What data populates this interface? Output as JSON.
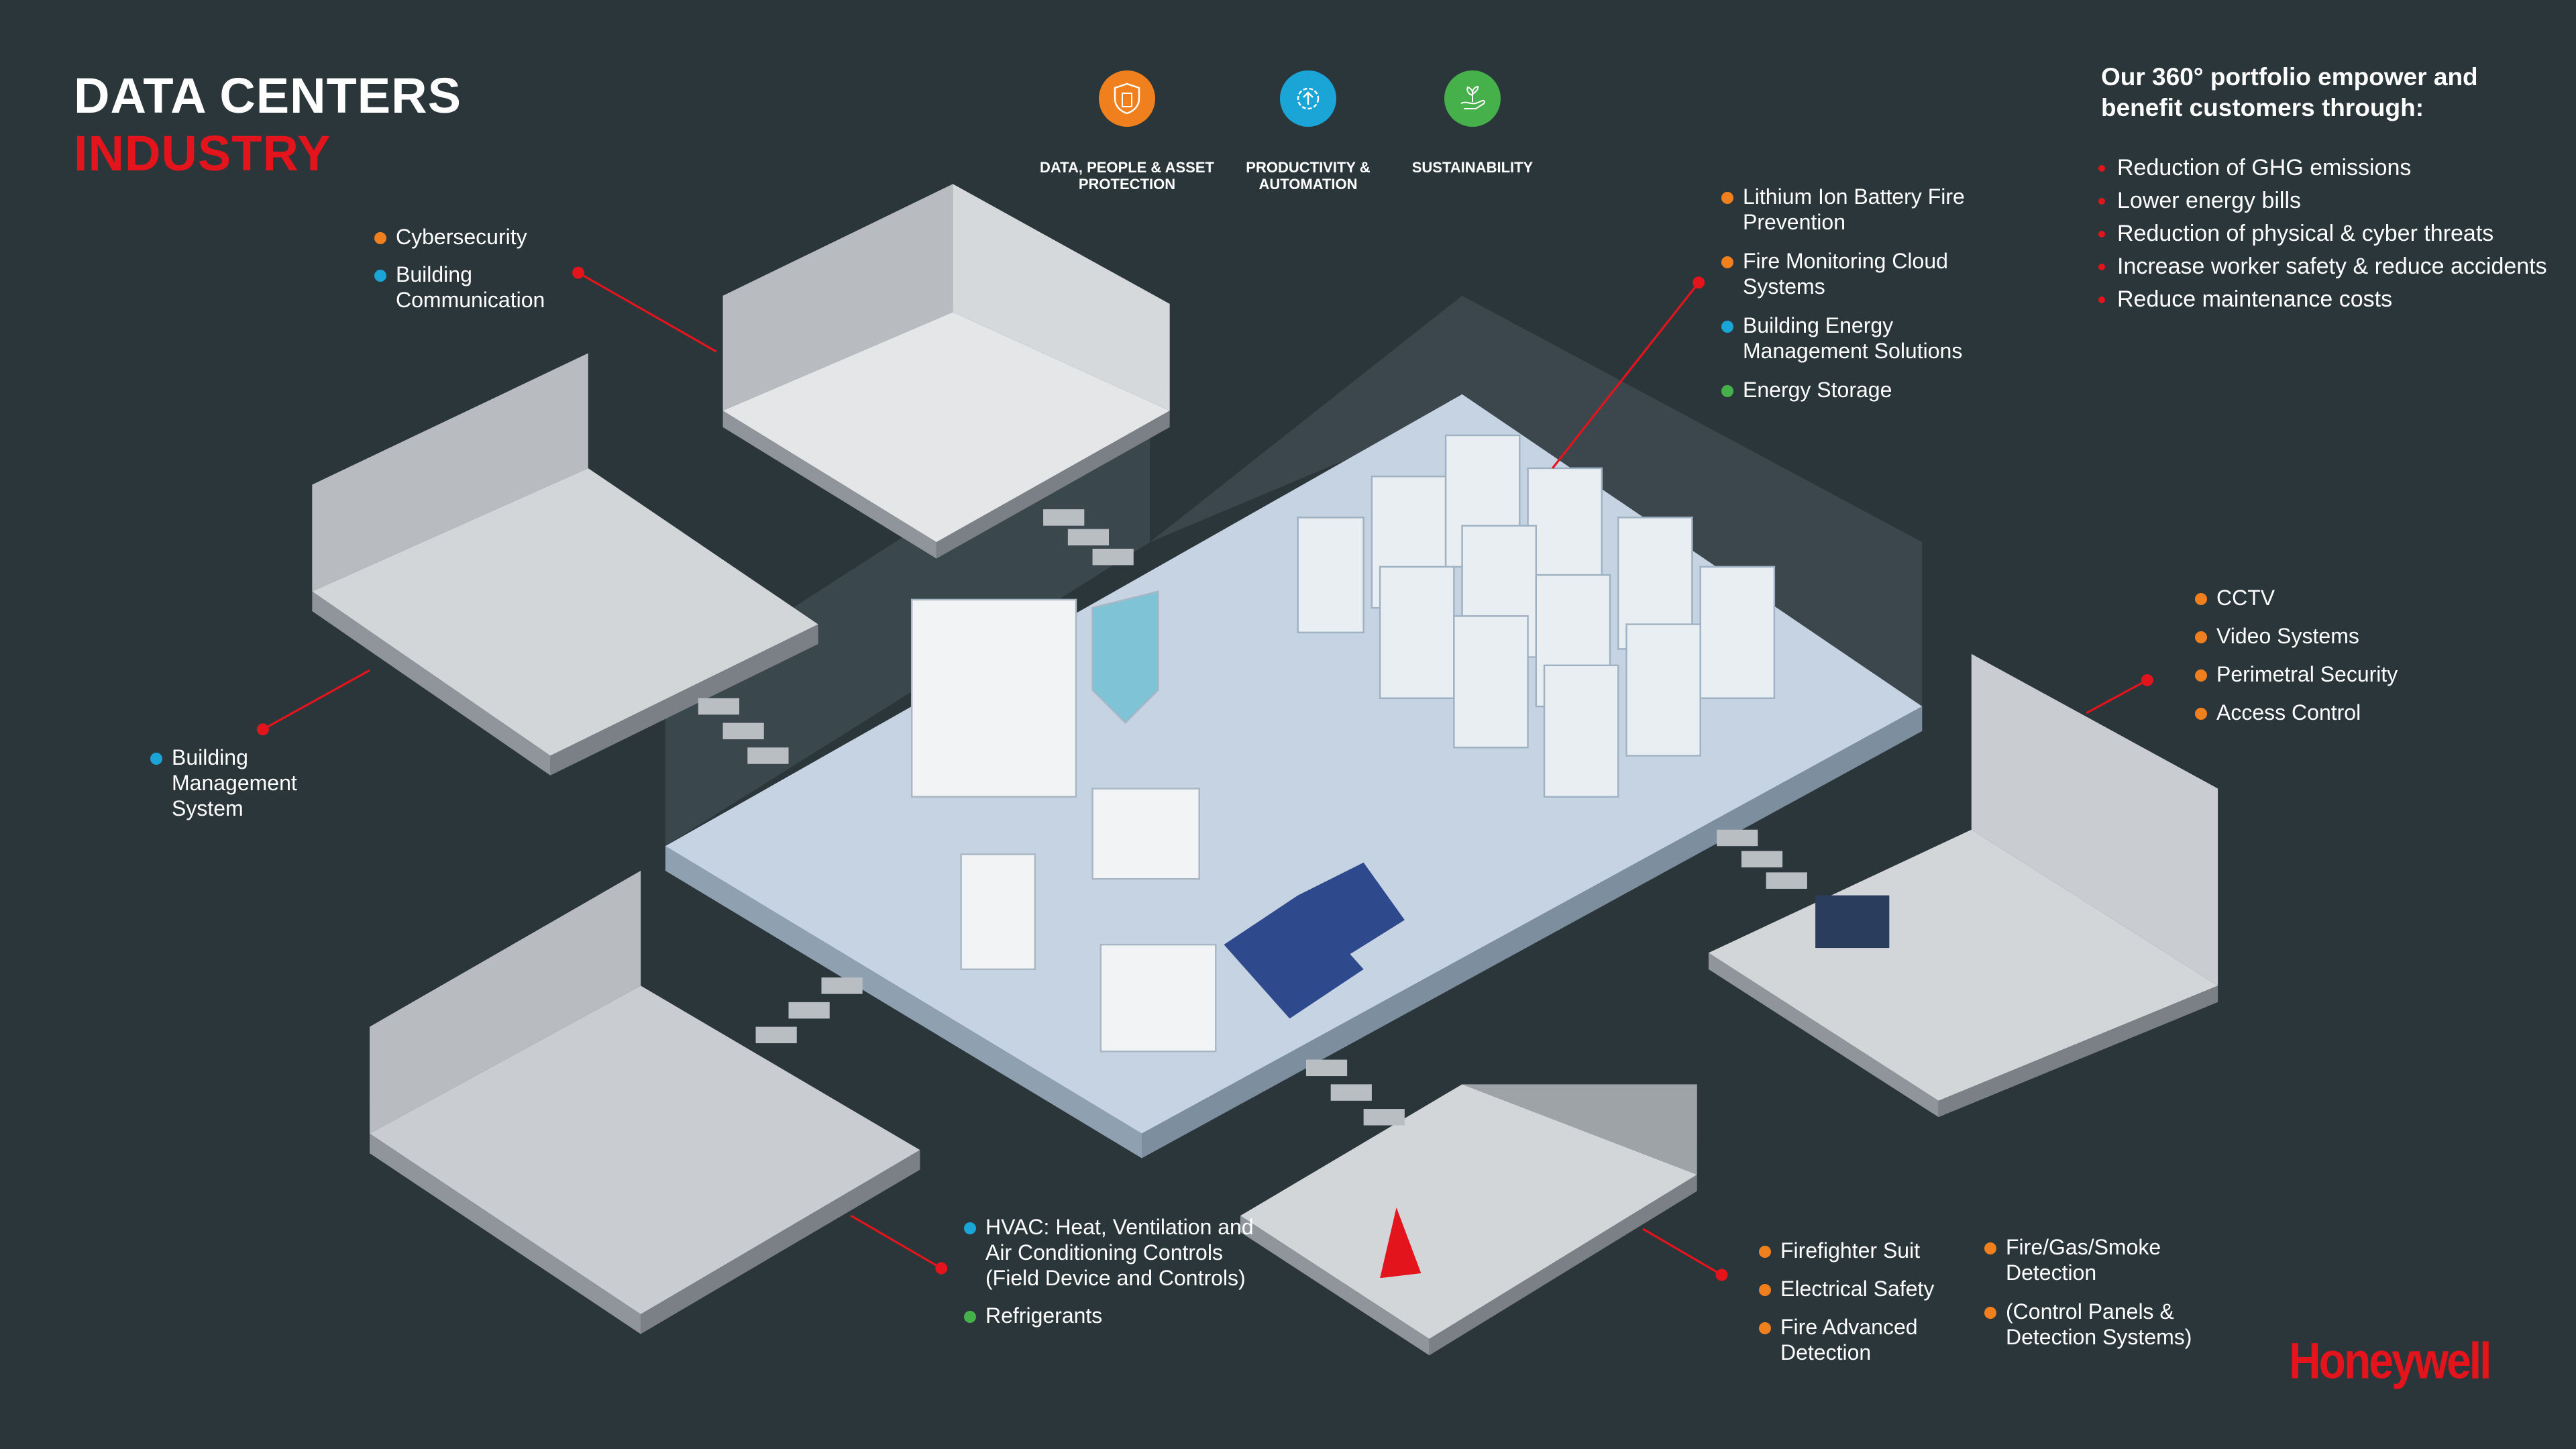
{
  "title": {
    "line1": "DATA CENTERS",
    "line2": "INDUSTRY"
  },
  "pillars": [
    {
      "label": "DATA, PEOPLE & ASSET PROTECTION",
      "icon": "shield-building-icon",
      "color": "#f07f1d"
    },
    {
      "label": "PRODUCTIVITY & AUTOMATION",
      "icon": "gear-arrow-icon",
      "color": "#1ba5d6"
    },
    {
      "label": "SUSTAINABILITY",
      "icon": "hand-plant-icon",
      "color": "#46b04a"
    }
  ],
  "benefits": {
    "heading": "Our 360° portfolio empower and benefit  customers through:",
    "items": [
      "Reduction of GHG emissions",
      "Lower energy bills",
      "Reduction of physical & cyber threats",
      "Increase worker safety & reduce accidents",
      "Reduce maintenance costs"
    ]
  },
  "callouts": {
    "office": [
      "Cybersecurity",
      "Building Communication"
    ],
    "server_hall": [
      "Lithium Ion Battery Fire Prevention",
      "Fire Monitoring Cloud Systems",
      "Building Energy Management Solutions",
      "Energy Storage"
    ],
    "bms": [
      "Building Management System"
    ],
    "security": [
      "CCTV",
      "Video Systems",
      "Perimetral Security",
      "Access Control"
    ],
    "hvac": [
      "HVAC: Heat, Ventilation and Air Conditioning Controls (Field Device and Controls)",
      "Refrigerants"
    ],
    "fire_col1": [
      "Firefighter Suit",
      "Electrical Safety",
      "Fire Advanced Detection"
    ],
    "fire_col2": [
      "Fire/Gas/Smoke Detection",
      "(Control Panels & Detection Systems)"
    ]
  },
  "brand": {
    "logo": "Honeywell",
    "accent": "#e3141b"
  }
}
